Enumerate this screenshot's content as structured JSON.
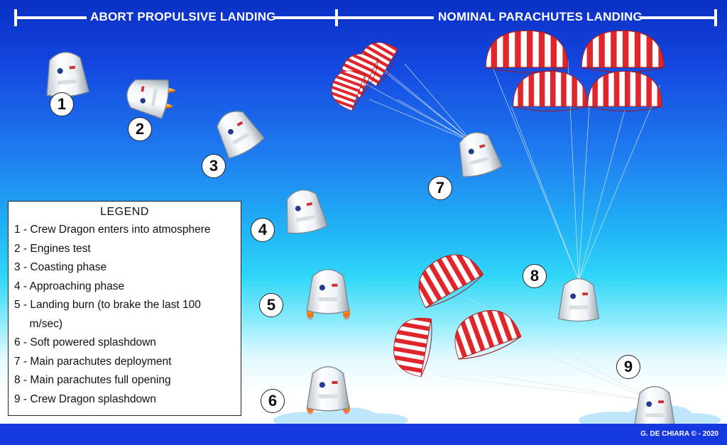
{
  "header": {
    "left_title": "ABORT PROPULSIVE LANDING",
    "right_title": "NOMINAL PARACHUTES LANDING"
  },
  "legend": {
    "title": "LEGEND",
    "items": [
      "1 -  Crew Dragon enters into atmosphere",
      "2 -  Engines test",
      "3 -  Coasting phase",
      "4 -  Approaching phase",
      "5 -  Landing burn (to brake the last 100",
      "     m/sec)",
      "6 - Soft  powered splashdown",
      "7 - Main parachutes deployment",
      "8 - Main parachutes full opening",
      "9 - Crew Dragon splashdown"
    ]
  },
  "steps": [
    "1",
    "2",
    "3",
    "4",
    "5",
    "6",
    "7",
    "8",
    "9"
  ],
  "credit": "G. DE CHIARA © - 2020",
  "colors": {
    "sky_top": "#0a2fc4",
    "sky_mid": "#21b4f6",
    "parachute_red": "#e0262b",
    "ground_blue": "#1538e0"
  }
}
